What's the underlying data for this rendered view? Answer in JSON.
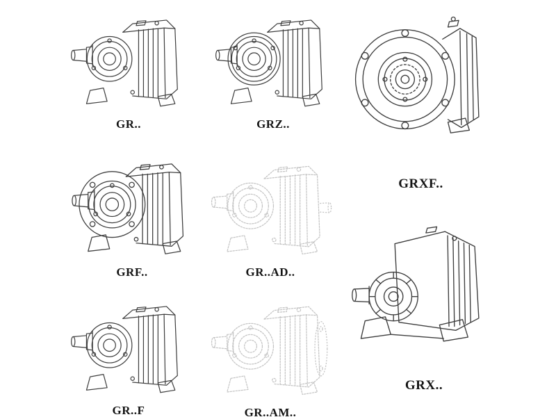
{
  "colors": {
    "background": "#ffffff",
    "line": "#3e3e3e",
    "ghost_line": "#c4c4c4",
    "label_text": "#141414"
  },
  "products": [
    {
      "id": "gr",
      "label": "GR..",
      "drawing": "inline-helical-gearbox-isometric",
      "style": "solid"
    },
    {
      "id": "grz",
      "label": "GRZ..",
      "drawing": "inline-helical-gearbox-isometric-large-ring",
      "style": "solid"
    },
    {
      "id": "grxf",
      "label": "GRXF..",
      "drawing": "flange-mounted-gearbox-front-view",
      "style": "solid"
    },
    {
      "id": "grf",
      "label": "GRF..",
      "drawing": "flange-inline-gearbox-isometric",
      "style": "solid"
    },
    {
      "id": "gr-ad",
      "label": "GR..AD..",
      "drawing": "inline-gearbox-with-input-adapter-isometric",
      "style": "ghost"
    },
    {
      "id": "gr-f",
      "label": "GR..F",
      "drawing": "foot-mounted-inline-gearbox-isometric",
      "style": "solid"
    },
    {
      "id": "gr-am",
      "label": "GR..AM..",
      "drawing": "inline-gearbox-with-motor-flange-isometric",
      "style": "ghost"
    },
    {
      "id": "grx",
      "label": "GRX..",
      "drawing": "foot-mounted-gearbox-ribbed-isometric",
      "style": "solid"
    }
  ]
}
